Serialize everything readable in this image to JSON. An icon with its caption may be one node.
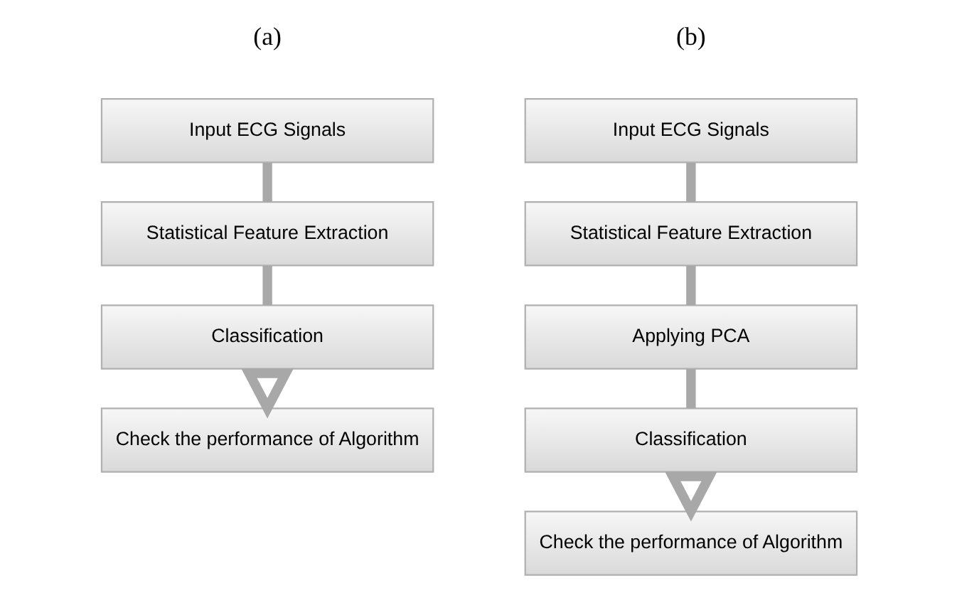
{
  "diagram": {
    "nodes": [
      {
        "text": [
          "Input ECG Signals"
        ]
      },
      {
        "text": [
          "Statistical Feature Extraction"
        ]
      },
      {
        "text": [
          "Classification"
        ]
      },
      {
        "text": [
          "Check the performance of Algorithm"
        ]
      },
      {
        "text": [
          "Input ECG Signals"
        ]
      },
      {
        "text": [
          "Statistical Feature Extraction"
        ]
      },
      {
        "text": [
          "Applying PCA"
        ]
      },
      {
        "text": [
          "Classification"
        ]
      },
      {
        "text": [
          "Check the performance of Algorithm"
        ]
      }
    ],
    "edges": [
      {
        "from": 0,
        "to": 1,
        "arrow": "none"
      },
      {
        "from": 1,
        "to": 2,
        "arrow": "none"
      },
      {
        "from": 2,
        "to": 3,
        "arrow": "to"
      },
      {
        "from": 4,
        "to": 5,
        "arrow": "none"
      },
      {
        "from": 5,
        "to": 6,
        "arrow": "none"
      },
      {
        "from": 6,
        "to": 7,
        "arrow": "none"
      },
      {
        "from": 7,
        "to": 8,
        "arrow": "to"
      }
    ],
    "labels": [
      "(a)",
      "(b)"
    ]
  }
}
